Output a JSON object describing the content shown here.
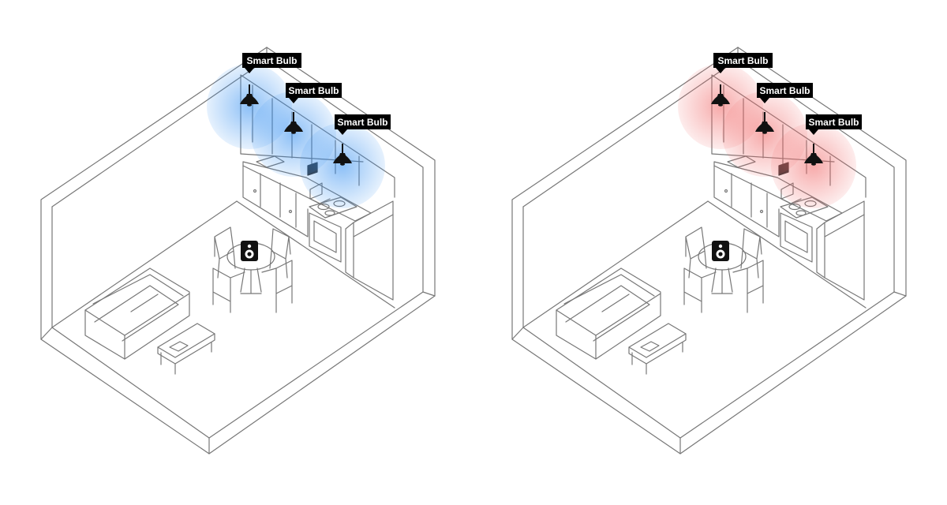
{
  "scenes": [
    {
      "glow_color": "#2f8cf0",
      "labels": [
        "Smart Bulb",
        "Smart Bulb",
        "Smart Bulb"
      ]
    },
    {
      "glow_color": "#f06464",
      "labels": [
        "Smart Bulb",
        "Smart Bulb",
        "Smart Bulb"
      ]
    }
  ],
  "colors": {
    "line": "#777777",
    "dark_line": "#555555",
    "label_bg": "#000000",
    "label_text": "#ffffff",
    "fixture": "#111111"
  },
  "icons": {
    "bulb": "pendant-lamp-icon",
    "speaker": "speaker-icon"
  }
}
